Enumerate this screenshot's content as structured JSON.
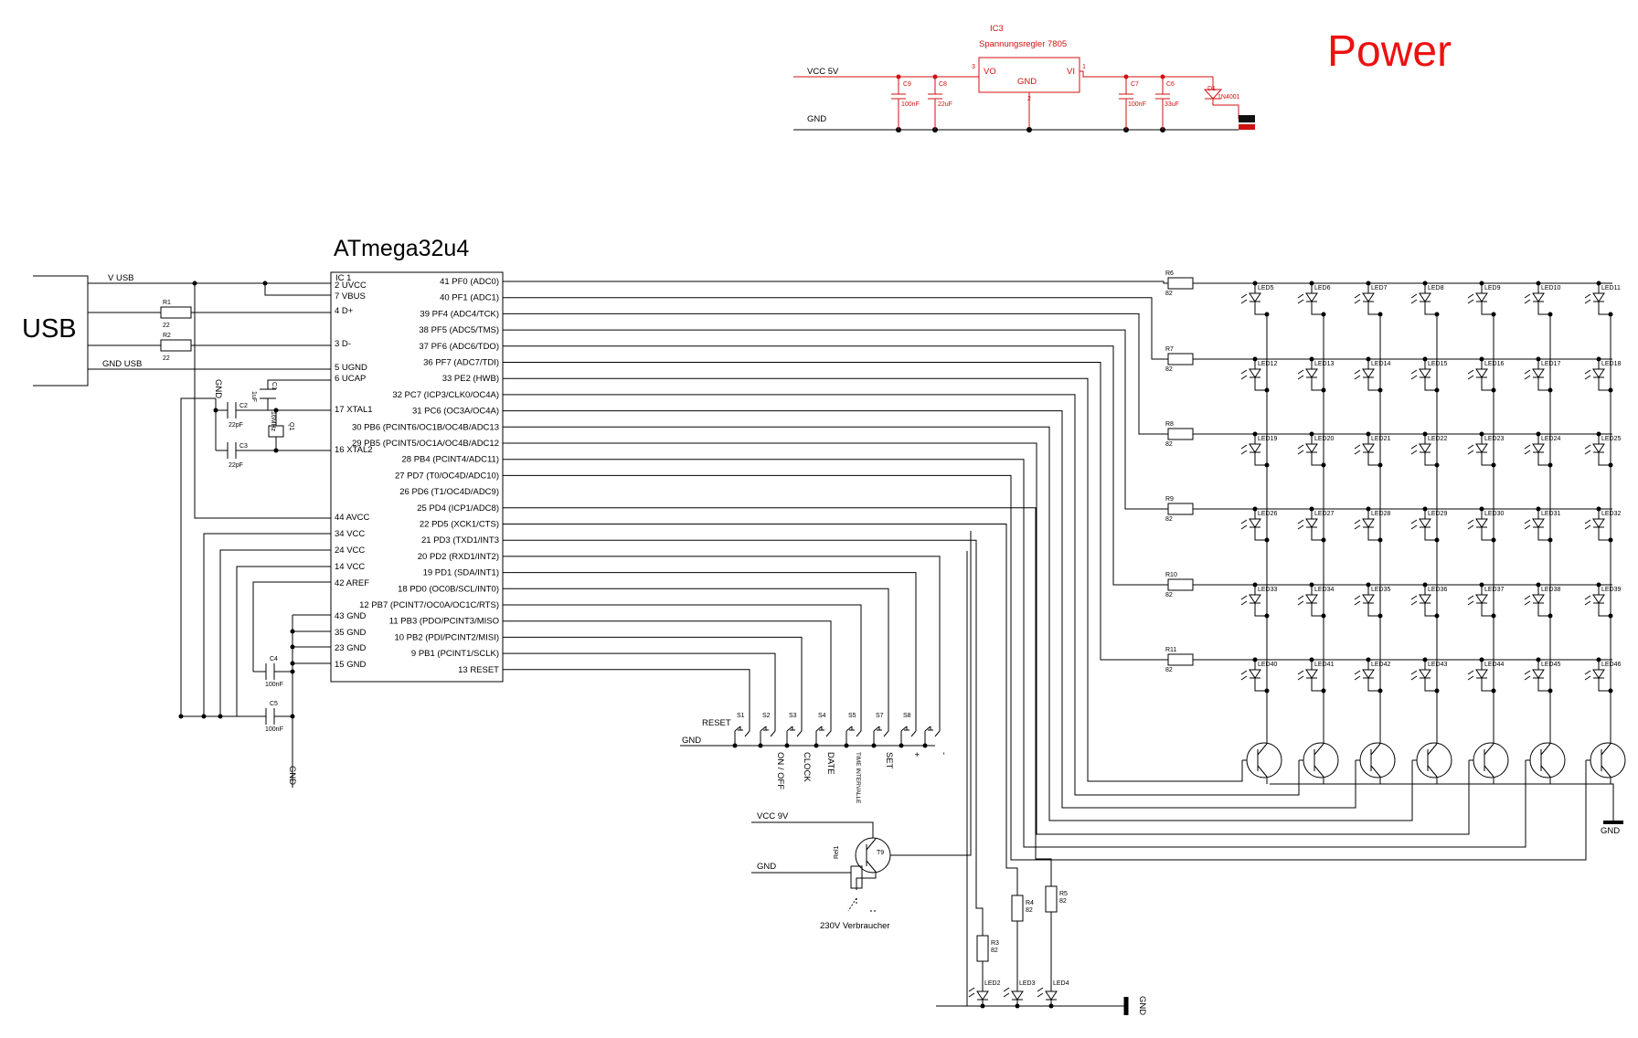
{
  "power": {
    "title": "Power",
    "regulator_ref": "IC3",
    "regulator_name": "Spannungsregler 7805",
    "vcc_label": "VCC 5V",
    "gnd_label": "GND",
    "pin_vo": "VO",
    "pin_gnd": "GND",
    "pin_vi": "VI",
    "pin3": "3",
    "pin2": "2",
    "pin1": "1",
    "caps": [
      {
        "ref": "C9",
        "value": "100nF"
      },
      {
        "ref": "C8",
        "value": "22uF"
      },
      {
        "ref": "C7",
        "value": "100nF"
      },
      {
        "ref": "C6",
        "value": "33uF"
      }
    ],
    "diode_ref": "D1",
    "diode_value": "1N4001"
  },
  "usb": {
    "label": "USB",
    "vusb_label": "V USB",
    "gndusb_label": "GND USB",
    "r1_ref": "R1",
    "r1_value": "22",
    "r2_ref": "R2",
    "r2_value": "22"
  },
  "mcu": {
    "title": "ATmega32u4",
    "ref": "IC 1",
    "left_pins": [
      "2 UVCC",
      "7 VBUS",
      "4 D+",
      "3 D-",
      "5 UGND",
      "6 UCAP",
      "17 XTAL1",
      "16 XTAL2",
      "44 AVCC",
      "34 VCC",
      "24 VCC",
      "14 VCC",
      "42 AREF",
      "43 GND",
      "35 GND",
      "23 GND",
      "15 GND"
    ],
    "right_pins": [
      "41 PF0 (ADC0)",
      "40 PF1 (ADC1)",
      "39 PF4 (ADC4/TCK)",
      "38 PF5 (ADC5/TMS)",
      "37 PF6 (ADC6/TDO)",
      "36 PF7 (ADC7/TDI)",
      "33 PE2 (HWB)",
      "32 PC7 (ICP3/CLK0/OC4A)",
      "31 PC6 (OC3A/OC4A)",
      "30 PB6 (PCINT6/OC1B/OC4B/ADC13",
      "29 PB5 (PCINT5/OC1A/OC4B/ADC12",
      "28 PB4 (PCINT4/ADC11)",
      "27 PD7 (T0/OC4D/ADC10)",
      "26 PD6 (T1/OC4D/ADC9)",
      "25 PD4 (ICP1/ADC8)",
      "22 PD5 (XCK1/CTS)",
      "21 PD3 (TXD1/INT3",
      "20 PD2 (RXD1/INT2)",
      "19 PD1 (SDA/INT1)",
      "18 PD0 (OC0B/SCL/INT0)",
      "12 PB7 (PCINT7/OC0A/OC1C/RTS)",
      "11 PB3 (PDO/PCINT3/MISO",
      "10 PB2 (PDI/PCINT2/MISI)",
      "9 PB1 (PCINT1/SCLK)",
      "13 RESET"
    ]
  },
  "clock": {
    "c1_ref": "C1",
    "c1_value": "1uF",
    "c2_ref": "C2",
    "c2_value": "22pF",
    "c3_ref": "C3",
    "c3_value": "22pF",
    "q1_ref": "Q1",
    "q1_value": "16MHz",
    "gnd_label": "GND"
  },
  "decoupling": {
    "c4_ref": "C4",
    "c4_value": "100nF",
    "c5_ref": "C5",
    "c5_value": "100nF",
    "gnd_label": "GND"
  },
  "matrix": {
    "row_resistors": [
      {
        "ref": "R6",
        "value": "82"
      },
      {
        "ref": "R7",
        "value": "82"
      },
      {
        "ref": "R8",
        "value": "82"
      },
      {
        "ref": "R9",
        "value": "82"
      },
      {
        "ref": "R10",
        "value": "82"
      },
      {
        "ref": "R11",
        "value": "82"
      }
    ],
    "led_rows": [
      [
        "LED5",
        "LED6",
        "LED7",
        "LED8",
        "LED9",
        "LED10",
        "LED11"
      ],
      [
        "LED12",
        "LED13",
        "LED14",
        "LED15",
        "LED16",
        "LED17",
        "LED18"
      ],
      [
        "LED19",
        "LED20",
        "LED21",
        "LED22",
        "LED23",
        "LED24",
        "LED25"
      ],
      [
        "LED26",
        "LED27",
        "LED28",
        "LED29",
        "LED30",
        "LED31",
        "LED32"
      ],
      [
        "LED33",
        "LED34",
        "LED35",
        "LED36",
        "LED37",
        "LED38",
        "LED39"
      ],
      [
        "LED40",
        "LED41",
        "LED42",
        "LED43",
        "LED44",
        "LED45",
        "LED46"
      ]
    ],
    "gnd_label": "GND"
  },
  "buttons": {
    "refs": [
      "S1",
      "S2",
      "S3",
      "S4",
      "S5",
      "S7",
      "S8"
    ],
    "names": [
      "ON / OFF",
      "CLOCK",
      "DATE",
      "TIME INTERVALLE",
      "SET",
      "+",
      "-"
    ],
    "reset_label": "RESET",
    "gnd_label": "GND"
  },
  "relay": {
    "vcc_label": "VCC 9V",
    "gnd_label": "GND",
    "relay_ref": "Rel1",
    "transistor_ref": "T9",
    "load_label": "230V Verbraucher"
  },
  "status_leds": {
    "resistors": [
      {
        "ref": "R3",
        "value": "82"
      },
      {
        "ref": "R4",
        "value": "82"
      },
      {
        "ref": "R5",
        "value": "82"
      }
    ],
    "leds": [
      "LED2",
      "LED3",
      "LED4"
    ],
    "gnd_label": "GND"
  }
}
